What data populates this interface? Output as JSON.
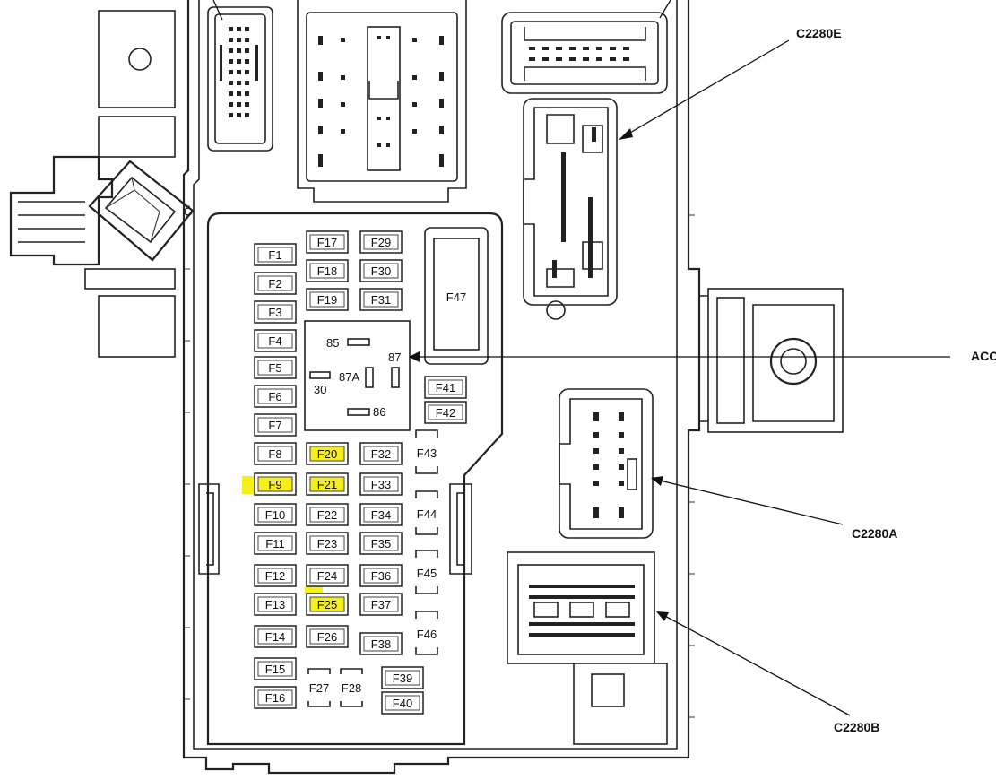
{
  "fuses": [
    {
      "id": "F1",
      "label": "F1",
      "highlighted": false
    },
    {
      "id": "F2",
      "label": "F2",
      "highlighted": false
    },
    {
      "id": "F3",
      "label": "F3",
      "highlighted": false
    },
    {
      "id": "F4",
      "label": "F4",
      "highlighted": false
    },
    {
      "id": "F5",
      "label": "F5",
      "highlighted": false
    },
    {
      "id": "F6",
      "label": "F6",
      "highlighted": false
    },
    {
      "id": "F7",
      "label": "F7",
      "highlighted": false
    },
    {
      "id": "F8",
      "label": "F8",
      "highlighted": false
    },
    {
      "id": "F9",
      "label": "F9",
      "highlighted": true
    },
    {
      "id": "F10",
      "label": "F10",
      "highlighted": false
    },
    {
      "id": "F11",
      "label": "F11",
      "highlighted": false
    },
    {
      "id": "F12",
      "label": "F12",
      "highlighted": false
    },
    {
      "id": "F13",
      "label": "F13",
      "highlighted": false
    },
    {
      "id": "F14",
      "label": "F14",
      "highlighted": false
    },
    {
      "id": "F15",
      "label": "F15",
      "highlighted": false
    },
    {
      "id": "F16",
      "label": "F16",
      "highlighted": false
    },
    {
      "id": "F17",
      "label": "F17",
      "highlighted": false
    },
    {
      "id": "F18",
      "label": "F18",
      "highlighted": false
    },
    {
      "id": "F19",
      "label": "F19",
      "highlighted": false
    },
    {
      "id": "F20",
      "label": "F20",
      "highlighted": true
    },
    {
      "id": "F21",
      "label": "F21",
      "highlighted": true
    },
    {
      "id": "F22",
      "label": "F22",
      "highlighted": false
    },
    {
      "id": "F23",
      "label": "F23",
      "highlighted": false
    },
    {
      "id": "F24",
      "label": "F24",
      "highlighted": false
    },
    {
      "id": "F25",
      "label": "F25",
      "highlighted": true
    },
    {
      "id": "F26",
      "label": "F26",
      "highlighted": false
    },
    {
      "id": "F27",
      "label": "F27",
      "highlighted": false
    },
    {
      "id": "F28",
      "label": "F28",
      "highlighted": false
    },
    {
      "id": "F29",
      "label": "F29",
      "highlighted": false
    },
    {
      "id": "F30",
      "label": "F30",
      "highlighted": false
    },
    {
      "id": "F31",
      "label": "F31",
      "highlighted": false
    },
    {
      "id": "F32",
      "label": "F32",
      "highlighted": false
    },
    {
      "id": "F33",
      "label": "F33",
      "highlighted": false
    },
    {
      "id": "F34",
      "label": "F34",
      "highlighted": false
    },
    {
      "id": "F35",
      "label": "F35",
      "highlighted": false
    },
    {
      "id": "F36",
      "label": "F36",
      "highlighted": false
    },
    {
      "id": "F37",
      "label": "F37",
      "highlighted": false
    },
    {
      "id": "F38",
      "label": "F38",
      "highlighted": false
    },
    {
      "id": "F39",
      "label": "F39",
      "highlighted": false
    },
    {
      "id": "F40",
      "label": "F40",
      "highlighted": false
    },
    {
      "id": "F41",
      "label": "F41",
      "highlighted": false
    },
    {
      "id": "F42",
      "label": "F42",
      "highlighted": false
    },
    {
      "id": "F43",
      "label": "F43",
      "highlighted": false
    },
    {
      "id": "F44",
      "label": "F44",
      "highlighted": false
    },
    {
      "id": "F45",
      "label": "F45",
      "highlighted": false
    },
    {
      "id": "F46",
      "label": "F46",
      "highlighted": false
    },
    {
      "id": "F47",
      "label": "F47",
      "highlighted": false
    }
  ],
  "relay": {
    "pins": [
      "85",
      "87",
      "87A",
      "30",
      "86"
    ]
  },
  "callouts": {
    "c2280e": "C2280E",
    "c2280a": "C2280A",
    "c2280b": "C2280B",
    "acc": "ACC"
  },
  "colors": {
    "highlight": "#f7ef1a",
    "line": "#222222",
    "background": "#ffffff"
  }
}
